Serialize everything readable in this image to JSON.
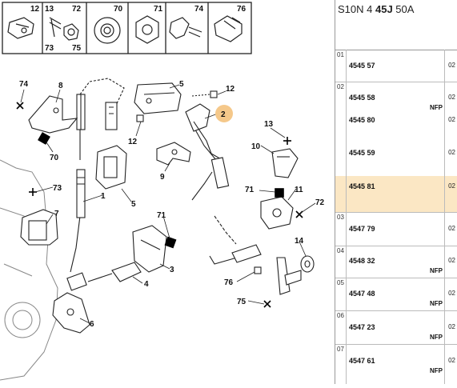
{
  "header": {
    "prefix": "S10N 4 ",
    "bold": "45J",
    "suffix": " 50A"
  },
  "legend": [
    {
      "top": "12",
      "bottom": ""
    },
    {
      "top": "13",
      "bottom": "73"
    },
    {
      "top": "72",
      "bottom": "75"
    },
    {
      "top": "70",
      "bottom": ""
    },
    {
      "top": "71",
      "bottom": ""
    },
    {
      "top": "74",
      "bottom": ""
    },
    {
      "top": "76",
      "bottom": ""
    }
  ],
  "callouts": [
    "74",
    "8",
    "5",
    "12",
    "2",
    "70",
    "12",
    "13",
    "10",
    "73",
    "7",
    "1",
    "5",
    "9",
    "71",
    "11",
    "72",
    "71",
    "3",
    "14",
    "4",
    "76",
    "75",
    "6"
  ],
  "highlight_callout": "2",
  "rows": [
    {
      "idx": "01",
      "entries": [
        {
          "ref": "4545 57",
          "ver": "02",
          "nfp": ""
        }
      ]
    },
    {
      "idx": "02",
      "entries": [
        {
          "ref": "4545 58",
          "ver": "02",
          "nfp": "NFP"
        },
        {
          "ref": "4545 80",
          "ver": "02",
          "nfp": ""
        },
        {
          "ref": "4545 59",
          "ver": "02",
          "nfp": ""
        }
      ]
    },
    {
      "idx": "",
      "entries": [
        {
          "ref": "4545 81",
          "ver": "02",
          "nfp": ""
        }
      ],
      "highlight": true
    },
    {
      "idx": "03",
      "entries": [
        {
          "ref": "4547 79",
          "ver": "02",
          "nfp": ""
        }
      ]
    },
    {
      "idx": "04",
      "entries": [
        {
          "ref": "4548 32",
          "ver": "02",
          "nfp": "NFP"
        }
      ]
    },
    {
      "idx": "05",
      "entries": [
        {
          "ref": "4547 48",
          "ver": "02",
          "nfp": "NFP"
        }
      ]
    },
    {
      "idx": "06",
      "entries": [
        {
          "ref": "4547 23",
          "ver": "02",
          "nfp": "NFP"
        }
      ]
    },
    {
      "idx": "07",
      "entries": [
        {
          "ref": "4547 61",
          "ver": "02",
          "nfp": "NFP"
        }
      ]
    }
  ],
  "colors": {
    "highlight": "#fbe7c4",
    "callout_circle": "#f5c88a"
  }
}
